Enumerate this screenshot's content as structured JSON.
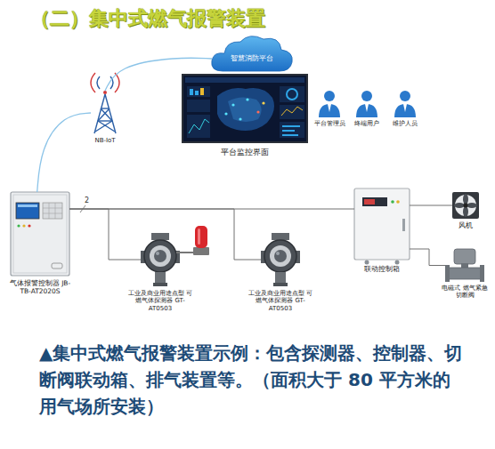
{
  "diagram": {
    "title": "（二）集中式燃气报警装置",
    "caption": "▲集中式燃气报警装置示例：包含探测器、控制器、切断阀联动箱、排气装置等。（面积大于 80 平方米的用气场所安装）",
    "nodes": [
      {
        "text": [
          "智慧消防平台"
        ]
      },
      {
        "text": [
          "NB-IoT"
        ]
      },
      {
        "text": [
          "平台监控界面"
        ]
      },
      {
        "text": [
          "平台管理员"
        ]
      },
      {
        "text": [
          "终端用户"
        ]
      },
      {
        "text": [
          "维护人员"
        ]
      },
      {
        "text": [
          "气体报警控制器 JB-TB-AT2020S"
        ]
      },
      {
        "text": [
          "工业及商业用途点型 可燃气体探测器 GT-AT0503"
        ]
      },
      {
        "text": [
          "工业及商业用途点型 可燃气体探测器 GT-AT0503"
        ]
      },
      {
        "text": [
          "联动控制箱"
        ]
      },
      {
        "text": [
          "风机"
        ]
      },
      {
        "text": [
          "电磁式 燃气紧急切断阀"
        ]
      }
    ],
    "edges": [
      {
        "from": 6,
        "to": 1,
        "arrow": "none"
      },
      {
        "from": 1,
        "to": 0,
        "arrow": "none"
      },
      {
        "from": 6,
        "to": 7,
        "arrow": "none"
      },
      {
        "from": 6,
        "to": 8,
        "arrow": "none"
      },
      {
        "from": 6,
        "to": 9,
        "label": "2",
        "arrow": "none"
      },
      {
        "from": 9,
        "to": 10,
        "arrow": "none"
      },
      {
        "from": 9,
        "to": 11,
        "arrow": "none"
      }
    ]
  }
}
